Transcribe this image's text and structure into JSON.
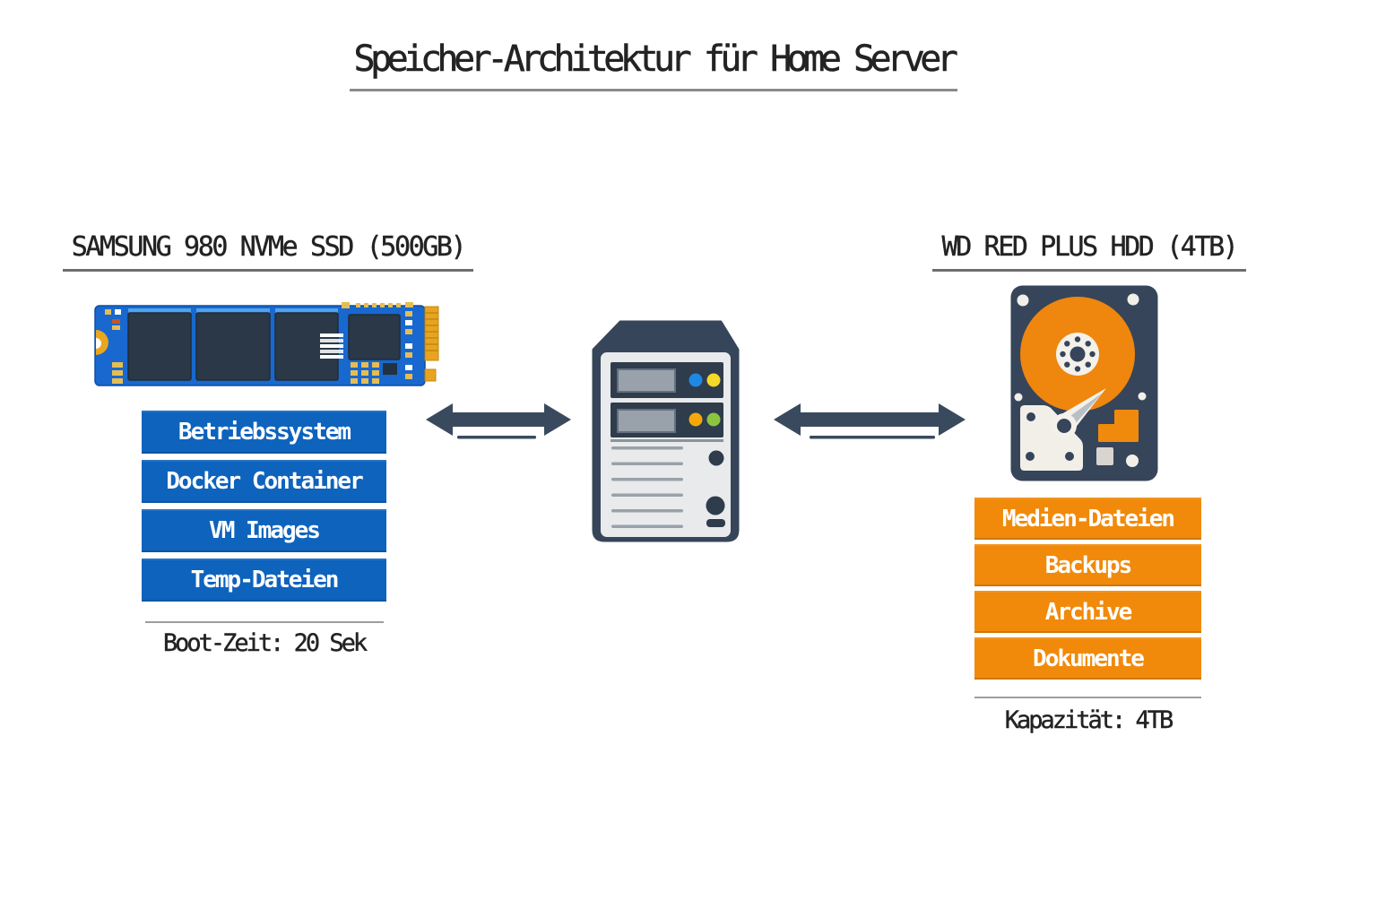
{
  "title": "Speicher-Architektur für Home Server",
  "ssd": {
    "heading": "SAMSUNG 980 NVMe SSD (500GB)",
    "partitions": [
      "Betriebssystem",
      "Docker Container",
      "VM Images",
      "Temp-Dateien"
    ],
    "footnote": "Boot-Zeit: 20 Sek",
    "box_color": "#0e63bd"
  },
  "server": {
    "led_colors": [
      "#1e88e5",
      "#f6d829",
      "#f5a80b",
      "#8bc53f"
    ]
  },
  "hdd": {
    "heading": "WD RED PLUS HDD (4TB)",
    "partitions": [
      "Medien-Dateien",
      "Backups",
      "Archive",
      "Dokumente"
    ],
    "footnote": "Kapazität: 4TB",
    "box_color": "#f18a0a"
  },
  "colors": {
    "slate": "#3a4a5e",
    "text": "#232323",
    "background": "#ffffff"
  }
}
